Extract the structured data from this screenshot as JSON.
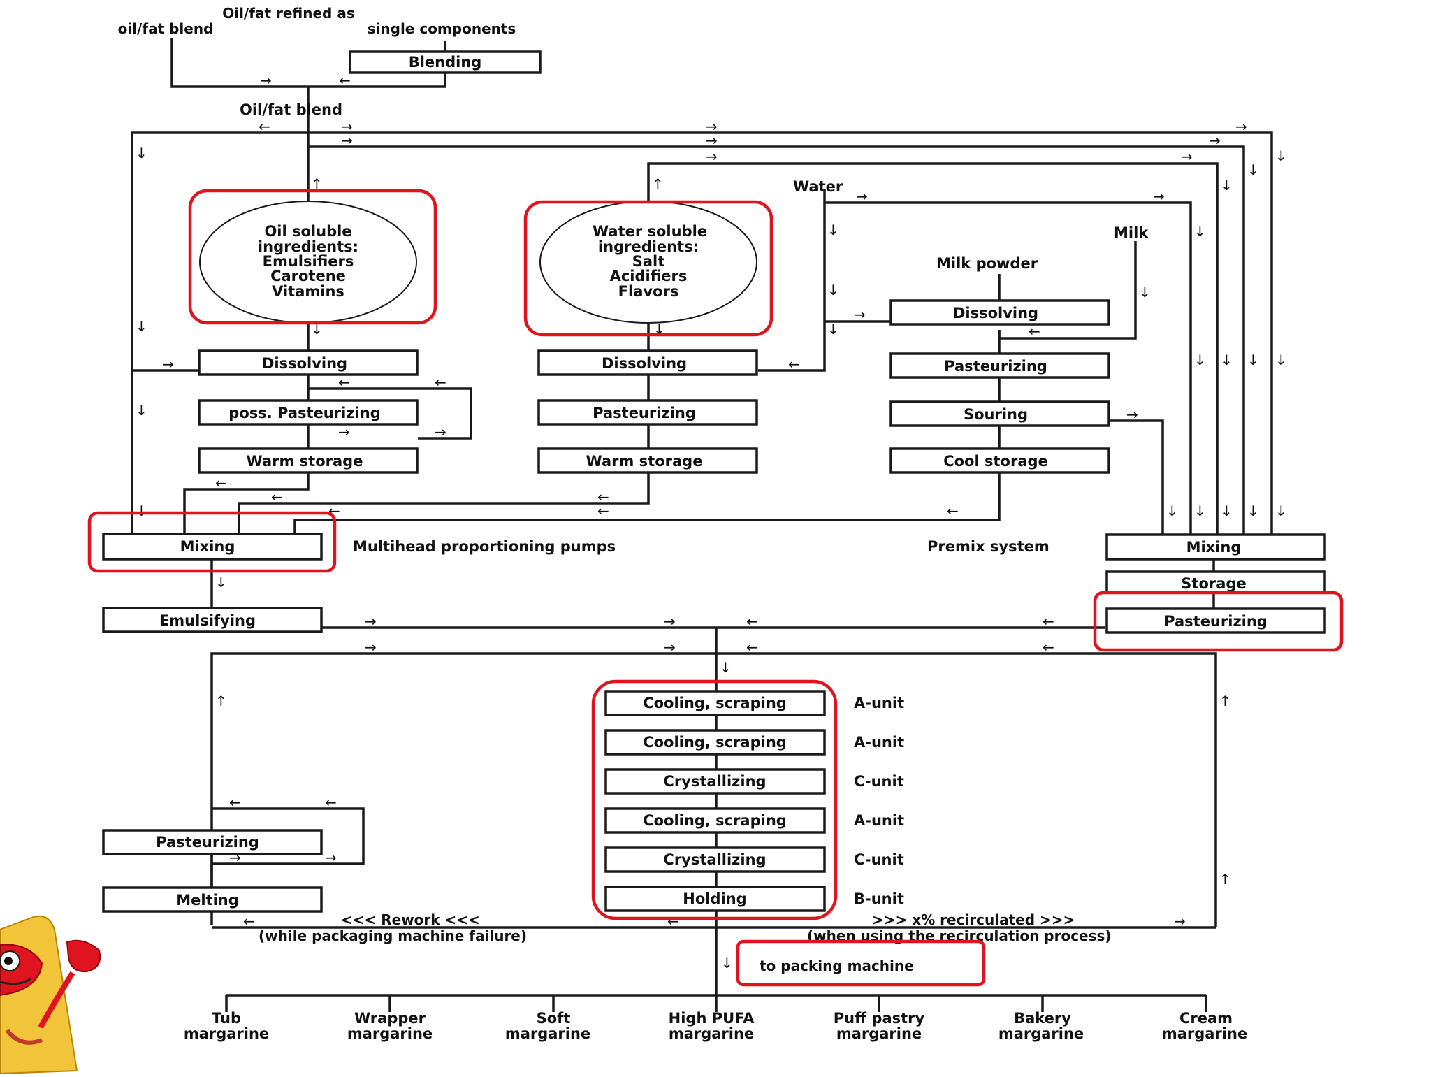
{
  "colors": {
    "line": "#1a1a1a",
    "highlight": "#e0141e",
    "background": "#ffffff",
    "mascot": "#f2c43a"
  },
  "top": {
    "refined_singles": "Oil/fat refined as",
    "refined_singles_2": "single components",
    "oil_fat_blend_input": "oil/fat blend",
    "blending": "Blending",
    "oil_fat_blend": "Oil/fat blend"
  },
  "oil_branch": {
    "title": "Oil soluble",
    "title2": "ingredients:",
    "items": [
      "Emulsifiers",
      "Carotene",
      "Vitamins"
    ],
    "dissolving": "Dissolving",
    "pasteurizing": "poss. Pasteurizing",
    "storage": "Warm storage"
  },
  "water_branch": {
    "title": "Water soluble",
    "title2": "ingredients:",
    "items": [
      "Salt",
      "Acidifiers",
      "Flavors"
    ],
    "dissolving": "Dissolving",
    "pasteurizing": "Pasteurizing",
    "storage": "Warm storage"
  },
  "milk_branch": {
    "water": "Water",
    "milk": "Milk",
    "milk_powder": "Milk powder",
    "dissolving": "Dissolving",
    "pasteurizing": "Pasteurizing",
    "souring": "Souring",
    "storage": "Cool storage"
  },
  "mixing_left": "Mixing",
  "multihead": "Multihead proportioning pumps",
  "premix": "Premix system",
  "premix_boxes": {
    "mixing": "Mixing",
    "storage": "Storage",
    "pasteurizing": "Pasteurizing"
  },
  "emulsifying": "Emulsifying",
  "process_chain": [
    {
      "label": "Cooling, scraping",
      "unit": "A-unit"
    },
    {
      "label": "Cooling, scraping",
      "unit": "A-unit"
    },
    {
      "label": "Crystallizing",
      "unit": "C-unit"
    },
    {
      "label": "Cooling, scraping",
      "unit": "A-unit"
    },
    {
      "label": "Crystallizing",
      "unit": "C-unit"
    },
    {
      "label": "Holding",
      "unit": "B-unit"
    }
  ],
  "rework": {
    "pasteurizing": "Pasteurizing",
    "melting": "Melting",
    "rework_label": "<<< Rework <<<",
    "rework_note": "(while packaging machine failure)",
    "recirc_label": ">>> x% recirculated >>>",
    "recirc_note": "(when using the recirculation process)"
  },
  "to_packing": "to packing machine",
  "products": [
    [
      "Tub",
      "margarine"
    ],
    [
      "Wrapper",
      "margarine"
    ],
    [
      "Soft",
      "margarine"
    ],
    [
      "High PUFA",
      "margarine"
    ],
    [
      "Puff pastry",
      "margarine"
    ],
    [
      "Bakery",
      "margarine"
    ],
    [
      "Cream",
      "margarine"
    ]
  ]
}
